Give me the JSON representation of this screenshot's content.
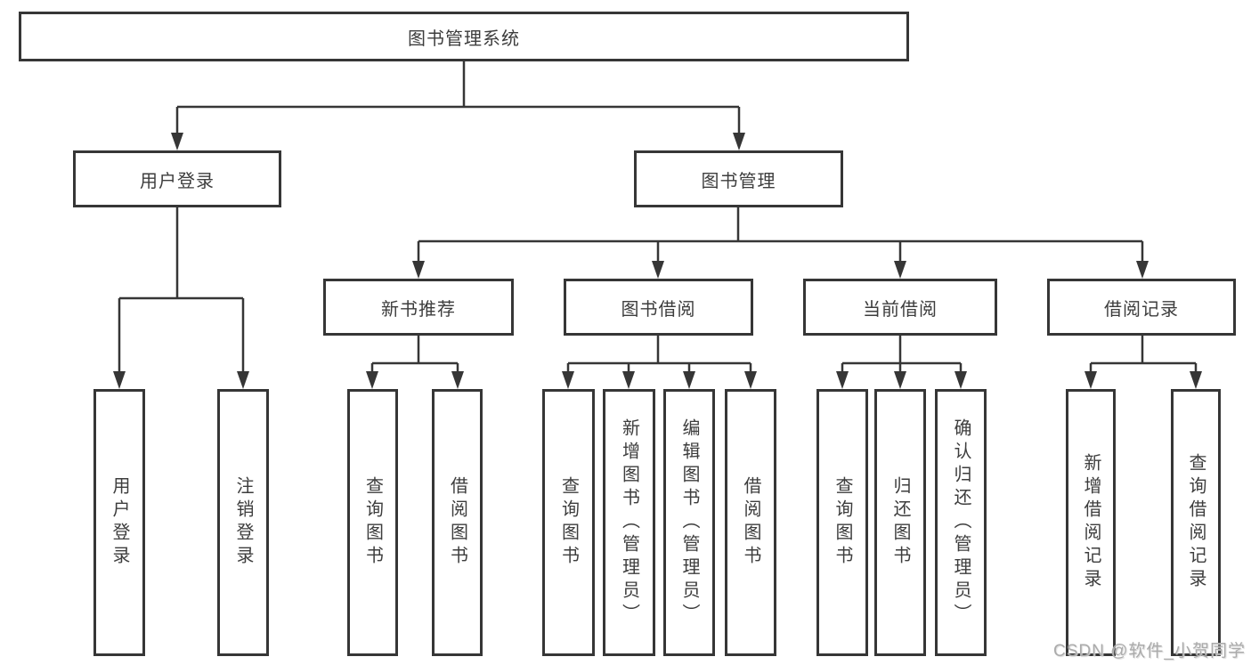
{
  "tree": {
    "root": {
      "label": "图书管理系统"
    },
    "level2": [
      {
        "label": "用户登录"
      },
      {
        "label": "图书管理"
      }
    ],
    "level3": [
      {
        "label": "新书推荐"
      },
      {
        "label": "图书借阅"
      },
      {
        "label": "当前借阅"
      },
      {
        "label": "借阅记录"
      }
    ],
    "leaves": [
      {
        "parent": "用户登录",
        "label": "用户登录"
      },
      {
        "parent": "用户登录",
        "label": "注销登录"
      },
      {
        "parent": "新书推荐",
        "label": "查询图书"
      },
      {
        "parent": "新书推荐",
        "label": "借阅图书"
      },
      {
        "parent": "图书借阅",
        "label": "查询图书"
      },
      {
        "parent": "图书借阅",
        "label": "新增图书（管理员）"
      },
      {
        "parent": "图书借阅",
        "label": "编辑图书（管理员）"
      },
      {
        "parent": "图书借阅",
        "label": "借阅图书"
      },
      {
        "parent": "当前借阅",
        "label": "查询图书"
      },
      {
        "parent": "当前借阅",
        "label": "归还图书"
      },
      {
        "parent": "当前借阅",
        "label": "确认归还（管理员）"
      },
      {
        "parent": "借阅记录",
        "label": "新增借阅记录"
      },
      {
        "parent": "借阅记录",
        "label": "查询借阅记录"
      }
    ]
  },
  "watermark": "CSDN @软件_小贺同学",
  "colors": {
    "line": "#363636",
    "text": "#3d3d3d",
    "box_background": "#ffffff",
    "watermark": "#ababab"
  }
}
